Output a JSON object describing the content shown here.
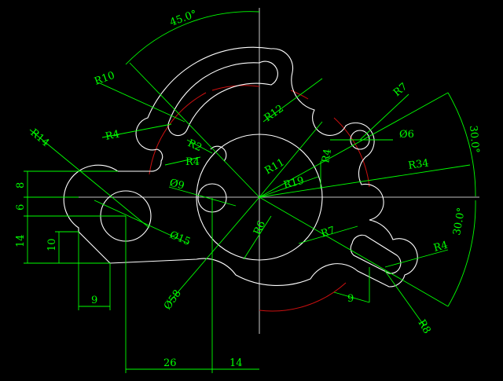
{
  "dimensions": {
    "angle_top": "45.0°",
    "angle_right_upper": "30.0°",
    "angle_right_lower": "30.0°",
    "r10": "R10",
    "r4_left": "R4",
    "r4_mid": "R4",
    "r2": "R2",
    "r14": "R14",
    "r12": "R12",
    "r7_top": "R7",
    "d6": "Ø6",
    "r4_vert": "R4",
    "r34": "R34",
    "r11": "R11",
    "r19": "R19",
    "d9": "Ø9",
    "r6": "R6",
    "d15": "Ø15",
    "r7_mid": "R7",
    "r4_right": "R4",
    "d58": "Ø58",
    "nine_bottom_right": "9",
    "r8": "R8",
    "v8": "8",
    "v6": "6",
    "v14": "14",
    "v10": "10",
    "h9": "9",
    "h26": "26",
    "h14": "14"
  },
  "colors": {
    "background": "#000000",
    "outline": "#ffffff",
    "dimension": "#00ff00",
    "arc": "#cc1010"
  }
}
